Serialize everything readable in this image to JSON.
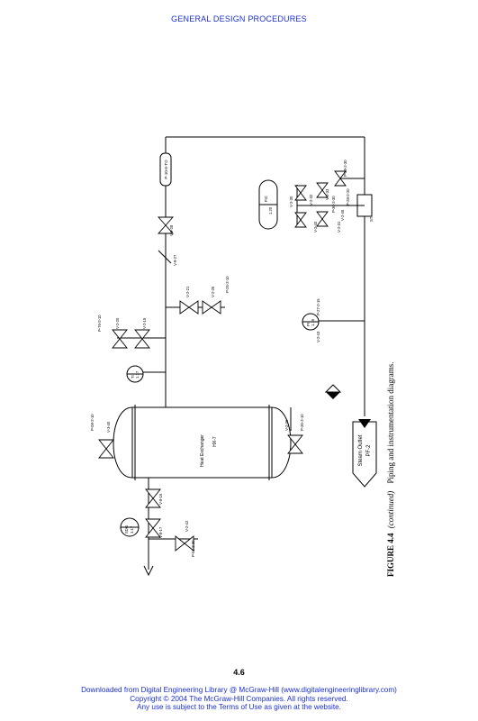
{
  "header": "GENERAL DESIGN PROCEDURES",
  "page_number": "4.6",
  "footer": {
    "line1": "Downloaded from Digital Engineering Library @ McGraw-Hill (www.digitalengineeringlibrary.com)",
    "line2": "Copyright © 2004 The McGraw-Hill Companies. All rights reserved.",
    "line3": "Any use is subject to the Terms of Use as given at the website."
  },
  "figure": {
    "caption_label": "FIGURE 4.4",
    "caption_continued": "(continued)",
    "caption_text": "Piping and instrumentation diagrams."
  },
  "diagram": {
    "vessel_name": "Heat Exchanger",
    "vessel_tag": "HX-7",
    "outlet_label": "Steam Outlet",
    "outlet_tag": "PF-2",
    "labels": {
      "v_40": "V-3-40",
      "p_top": "P-08-2-10",
      "v_16": "V-8-16",
      "v_17": "V-8-17",
      "v_42": "V-2-42",
      "p_51": "P-51-2-30",
      "v_36": "V-2-36",
      "p_36": "P-36-2-10",
      "inst_left": "SDG",
      "inst_left_no": "1.17",
      "inst_mid": "TI",
      "inst_mid_no": "1.17",
      "v_15": "V-2-15",
      "v_20": "V-2-20",
      "p_76": "P-76-2-10",
      "v_21": "V-2-21",
      "v_26": "V-2-26",
      "p_25": "P-25-2-10",
      "v_27": "V-9-27",
      "v_28": "V-9-28",
      "p_line_top": "P-10-6-TO",
      "v_43": "V-2-43",
      "p_27": "P-27-2-15",
      "inst_pi": "PI",
      "inst_pi_no": "1.16",
      "fic": "FIC",
      "fic_no": "1.20",
      "v_2_30": "V-2-30",
      "v_2_32": "V-2-32",
      "v_2_33": "V-2-33",
      "v_2_40": "V-2-40",
      "v_2_31": "V-2-31",
      "p_29": "P-29-2-30",
      "p_30": "P-30-2-30",
      "p_28": "P-28-2-20",
      "v_45": "V-2-45",
      "trap": "ST"
    }
  }
}
